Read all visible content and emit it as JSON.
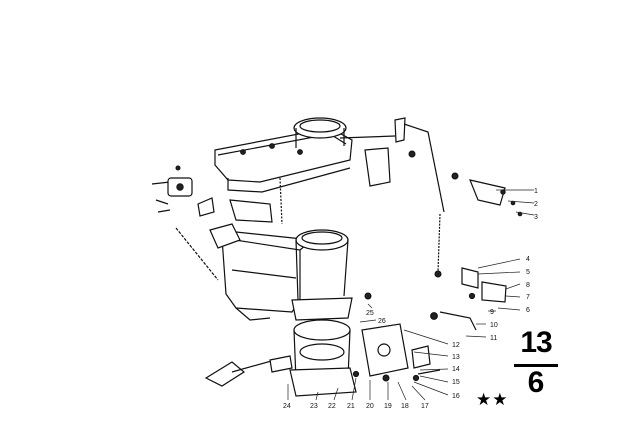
{
  "callouts": {
    "n1": "1",
    "n2": "2",
    "n3": "3",
    "n4": "4",
    "n5": "5",
    "n6": "6",
    "n7": "7",
    "n8": "8",
    "n9": "9",
    "n10": "10",
    "n11": "11",
    "n12": "12",
    "n13": "13",
    "n14": "14",
    "n15": "15",
    "n16": "16",
    "n17": "17",
    "n18": "18",
    "n19": "19",
    "n20": "20",
    "n21": "21",
    "n22": "22",
    "n23": "23",
    "n24": "24",
    "n25": "25",
    "n26": "26"
  },
  "section": {
    "group": "13",
    "subgroup": "6"
  },
  "rating": "★★"
}
